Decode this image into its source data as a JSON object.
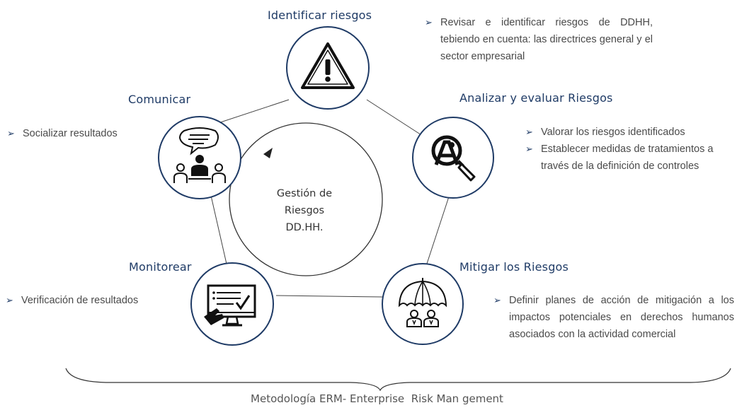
{
  "center": {
    "line1": "Gestión de",
    "line2": "Riesgos DD.HH."
  },
  "nodes": {
    "identificar": {
      "title": "Identificar riesgos",
      "bullets": [
        "Revisar e identificar riesgos de DDHH, tebiendo en cuenta: las directrices general y el sector empresarial"
      ]
    },
    "analizar": {
      "title": "Analizar y evaluar Riesgos",
      "bullets": [
        "Valorar los riesgos identificados",
        "Establecer medidas de tratamientos a través de la definición de controles"
      ]
    },
    "mitigar": {
      "title": "Mitigar los Riesgos",
      "bullets": [
        "Definir planes de acción de mitigación a los impactos potenciales en derechos humanos asociados con la actividad comercial"
      ]
    },
    "monitorear": {
      "title": "Monitorear",
      "bullets": [
        "Verificación de resultados"
      ]
    },
    "comunicar": {
      "title": "Comunicar",
      "bullets": [
        "Socializar resultados"
      ]
    }
  },
  "footer": "Metodología ERM- Enterprise  Risk Man gement",
  "colors": {
    "navy": "#1f3b66",
    "text": "#4a4a4a",
    "line": "#444444"
  },
  "icons": {
    "identificar": "warning-triangle-icon",
    "analizar": "magnifier-search-icon",
    "mitigar": "umbrella-protection-icon",
    "monitorear": "monitor-checklist-icon",
    "comunicar": "team-communication-icon"
  }
}
